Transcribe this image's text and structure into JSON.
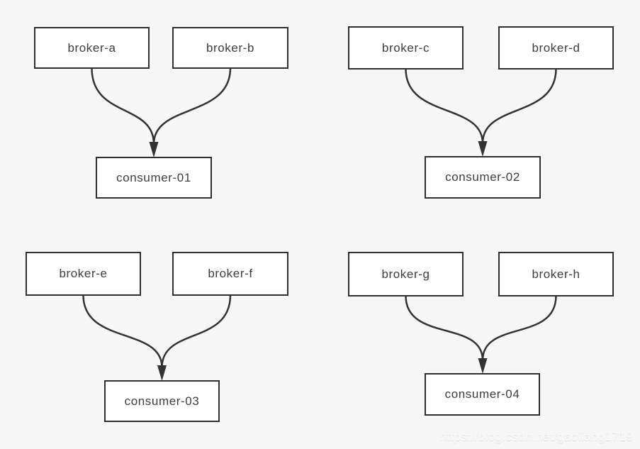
{
  "colors": {
    "background": "#f7f7f8",
    "node_fill": "#ffffff",
    "node_border": "#2f2f2f",
    "edge": "#333333",
    "label_text": "#3d3d3d",
    "watermark_text": "#fbfbfb"
  },
  "groups": [
    {
      "brokers": [
        {
          "label": "broker-a"
        },
        {
          "label": "broker-b"
        }
      ],
      "consumer": {
        "label": "consumer-01"
      }
    },
    {
      "brokers": [
        {
          "label": "broker-c"
        },
        {
          "label": "broker-d"
        }
      ],
      "consumer": {
        "label": "consumer-02"
      }
    },
    {
      "brokers": [
        {
          "label": "broker-e"
        },
        {
          "label": "broker-f"
        }
      ],
      "consumer": {
        "label": "consumer-03"
      }
    },
    {
      "brokers": [
        {
          "label": "broker-g"
        },
        {
          "label": "broker-h"
        }
      ],
      "consumer": {
        "label": "consumer-04"
      }
    }
  ],
  "watermark": {
    "text": "https://blog.csdn.net/gaoliang1719"
  }
}
